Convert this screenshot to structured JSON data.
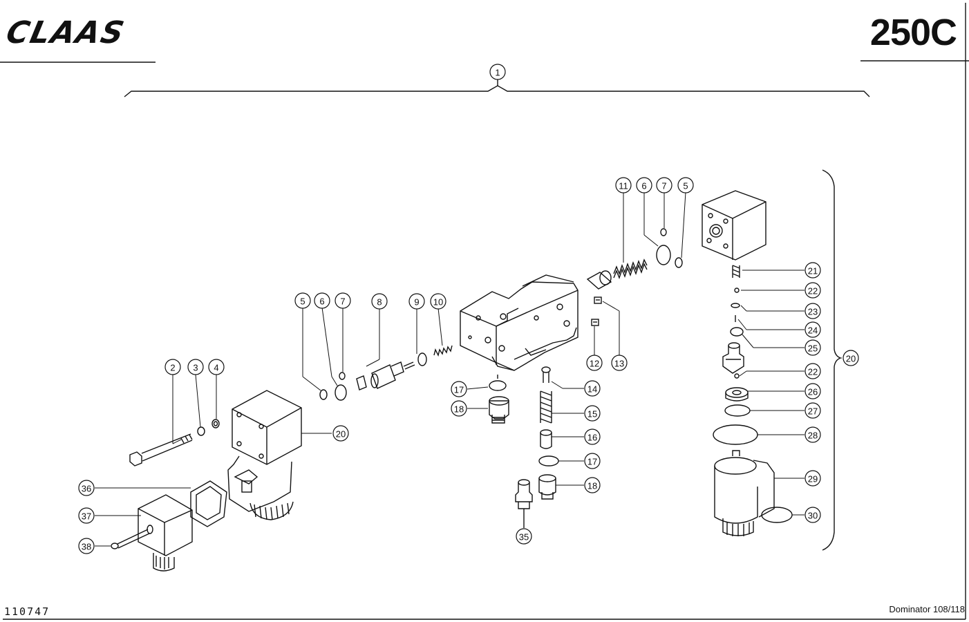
{
  "header": {
    "brand": "CLAAS",
    "model_code": "250C"
  },
  "footer": {
    "drawing_number": "110747",
    "machine_model": "Dominator 108/118"
  },
  "callouts": {
    "c1": "1",
    "c2": "2",
    "c3": "3",
    "c4": "4",
    "c5a": "5",
    "c6a": "6",
    "c7a": "7",
    "c8": "8",
    "c9": "9",
    "c10": "10",
    "c11": "11",
    "c6b": "6",
    "c7b": "7",
    "c5b": "5",
    "c12": "12",
    "c13": "13",
    "c14": "14",
    "c15": "15",
    "c16": "16",
    "c17a": "17",
    "c18a": "18",
    "c17b": "17",
    "c18b": "18",
    "c20a": "20",
    "c20b": "20",
    "c21": "21",
    "c22a": "22",
    "c23": "23",
    "c24": "24",
    "c25": "25",
    "c22b": "22",
    "c26": "26",
    "c27": "27",
    "c28": "28",
    "c29": "29",
    "c30": "30",
    "c35": "35",
    "c36": "36",
    "c37": "37",
    "c38": "38"
  },
  "colors": {
    "ink": "#111111",
    "paper": "#ffffff"
  }
}
